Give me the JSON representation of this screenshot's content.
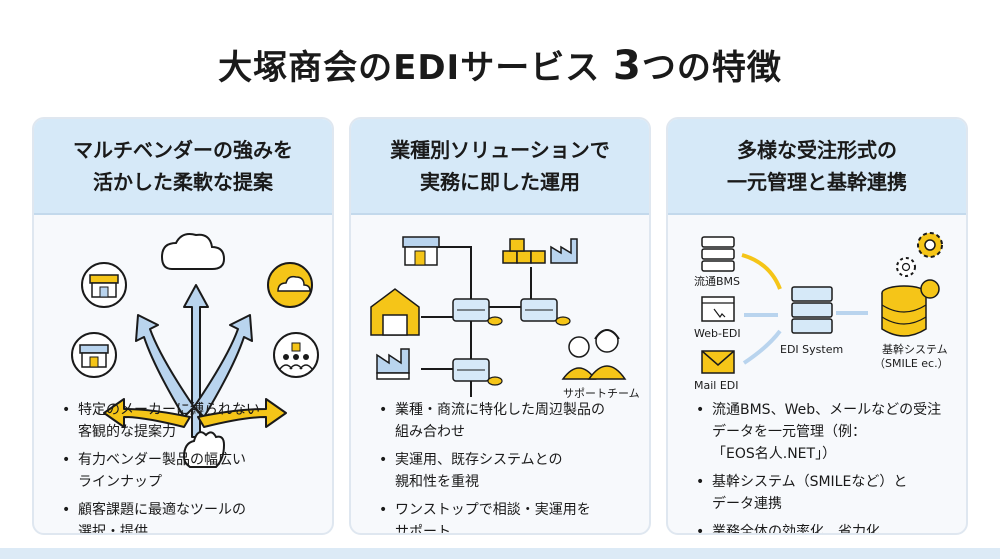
{
  "title": {
    "main": "大塚商会のEDIサービス",
    "num": "3",
    "tail": "つの特徴"
  },
  "cards": [
    {
      "heading": [
        "マルチベンダーの強みを",
        "活かした柔軟な提案"
      ],
      "bullets": [
        [
          "特定のメーカーに縛られない",
          "客観的な提案力"
        ],
        [
          "有力ベンダー製品の幅広い",
          "ラインナップ"
        ],
        [
          "顧客課題に最適なツールの",
          "選択・提供"
        ]
      ]
    },
    {
      "heading": [
        "業種別ソリューションで",
        "実務に即した運用"
      ],
      "support_label": "サポートチーム",
      "bullets": [
        [
          "業種・商流に特化した周辺製品の",
          "組み合わせ"
        ],
        [
          "実運用、既存システムとの",
          "親和性を重視"
        ],
        [
          "ワンストップで相談・実運用を",
          "サポート"
        ]
      ]
    },
    {
      "heading": [
        "多様な受注形式の",
        "一元管理と基幹連携"
      ],
      "labels": {
        "bms": "流通BMS",
        "web": "Web-EDI",
        "mail": "Mail EDI",
        "edi": "EDI System",
        "core1": "基幹システム",
        "core2": "（SMILE ec.）"
      },
      "bullets": [
        [
          "流通BMS、Web、メールなどの受注",
          "データを一元管理（例：",
          "「EOS名人.NET」）"
        ],
        [
          "基幹システム（SMILEなど）と",
          "データ連携"
        ],
        [
          "業務全体の効率化、省力化"
        ]
      ]
    }
  ],
  "colors": {
    "accent_yellow": "#f5c518",
    "head_blue": "#d6e9f8",
    "arrow_blue": "#b9d4ee",
    "line_dark": "#1a1a1a"
  }
}
